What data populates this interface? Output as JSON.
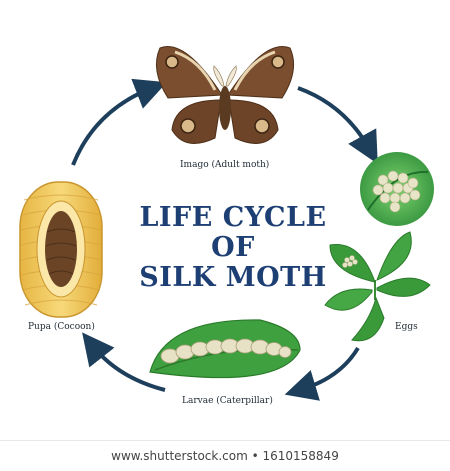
{
  "title": {
    "line1": "LIFE CYCLE OF",
    "line2": "SILK MOTH"
  },
  "stages": {
    "adult": "Imago (Adult moth)",
    "eggs": "Eggs",
    "larvae": "Larvae (Caterpillar)",
    "pupa": "Pupa (Cocoon)"
  },
  "watermark": "www.shutterstock.com • 1610158849",
  "icons": [
    "moth-icon",
    "eggs-icon",
    "leaf-icon",
    "caterpillar-icon",
    "cocoon-icon",
    "arrow-icon"
  ],
  "colors": {
    "title": "#1e3f73",
    "arrow": "#1e3f5c",
    "leaf": "#3a9a3a",
    "cocoon": "#f0c75a",
    "moth": "#7a4e2e"
  }
}
